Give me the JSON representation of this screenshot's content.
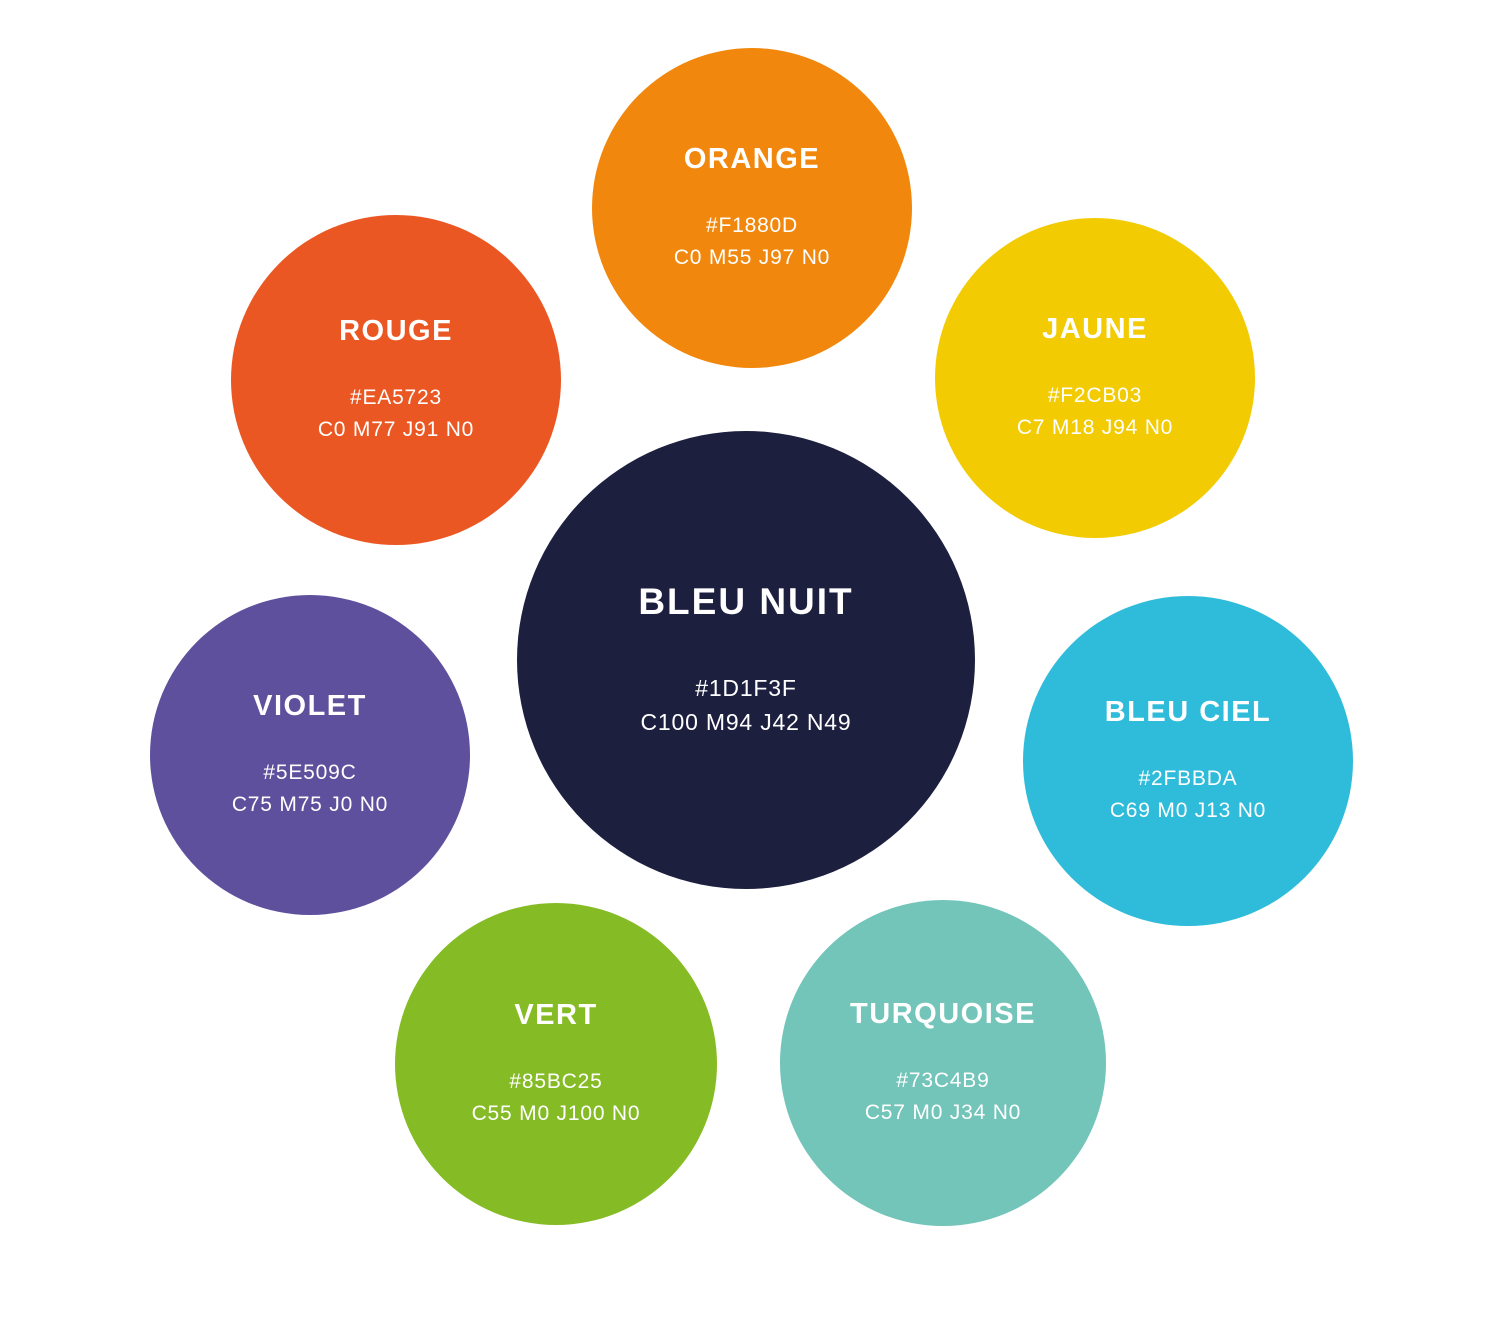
{
  "page": {
    "background": "#FFFFFF",
    "text_color": "#FFFFFF"
  },
  "palette": {
    "center": {
      "name": "BLEU NUIT",
      "hex": "#1D1F3F",
      "cmyk": "C100 M94 J42 N49"
    },
    "satellites": [
      {
        "name": "ORANGE",
        "hex": "#F1880D",
        "cmyk": "C0 M55 J97 N0"
      },
      {
        "name": "JAUNE",
        "hex": "#F2CB03",
        "cmyk": "C7 M18 J94 N0"
      },
      {
        "name": "BLEU CIEL",
        "hex": "#2FBBDA",
        "cmyk": "C69 M0 J13 N0"
      },
      {
        "name": "TURQUOISE",
        "hex": "#73C4B9",
        "cmyk": "C57 M0 J34 N0"
      },
      {
        "name": "VERT",
        "hex": "#85BC25",
        "cmyk": "C55 M0 J100 N0"
      },
      {
        "name": "VIOLET",
        "hex": "#5E509C",
        "cmyk": "C75 M75 J0 N0"
      },
      {
        "name": "ROUGE",
        "hex": "#EA5723",
        "cmyk": "C0 M77 J91 N0"
      }
    ]
  }
}
